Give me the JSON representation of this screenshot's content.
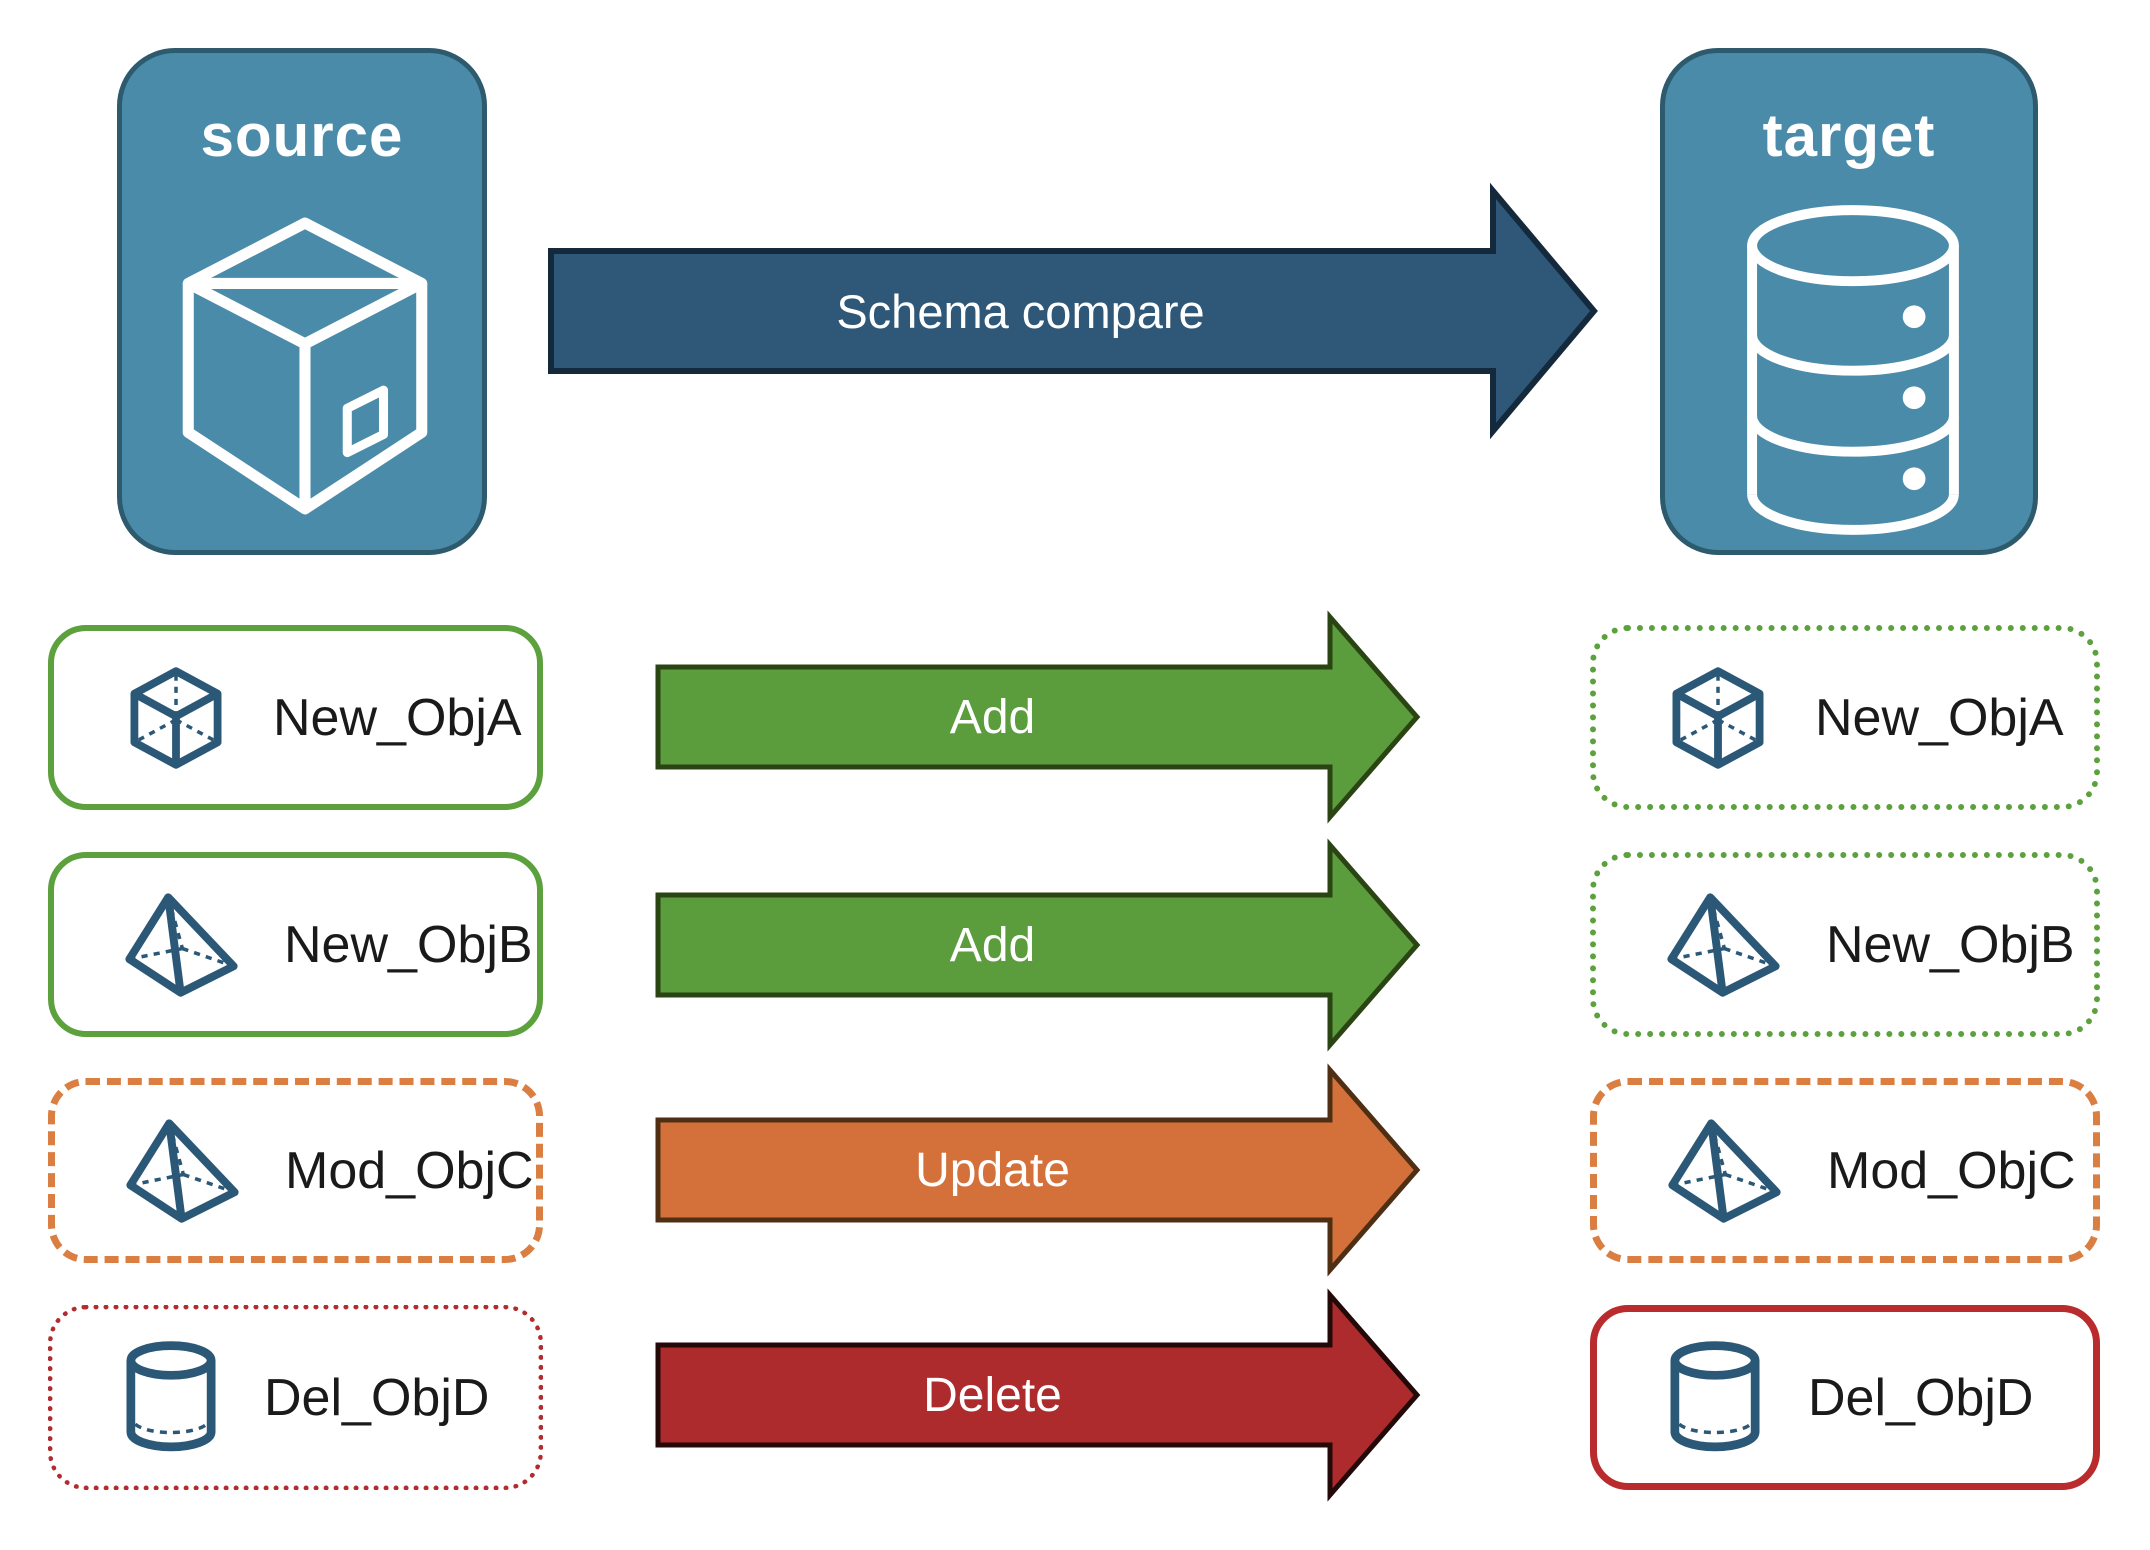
{
  "diagram": {
    "source": {
      "label": "source",
      "icon": "package"
    },
    "target": {
      "label": "target",
      "icon": "database"
    },
    "compare_arrow": {
      "label": "Schema compare"
    },
    "rows": [
      {
        "object": "New_ObjA",
        "icon": "cube",
        "action": "Add",
        "source_style": "solid-green",
        "target_style": "dotted-green"
      },
      {
        "object": "New_ObjB",
        "icon": "pyramid",
        "action": "Add",
        "source_style": "solid-green",
        "target_style": "dotted-green"
      },
      {
        "object": "Mod_ObjC",
        "icon": "pyramid",
        "action": "Update",
        "source_style": "dashed-orange",
        "target_style": "dashed-orange"
      },
      {
        "object": "Del_ObjD",
        "icon": "cylinder",
        "action": "Delete",
        "source_style": "dotted-red",
        "target_style": "solid-red"
      }
    ],
    "colors": {
      "node_fill": "#4A8BA9",
      "node_border": "#2E5A6E",
      "compare_arrow_fill": "#2F5878",
      "add_green": "#5B9C3C",
      "green_border": "#5CA13D",
      "update_orange": "#D4713B",
      "orange_border": "#DA7E42",
      "delete_red": "#AD2B2D",
      "red_border": "#B92B2C",
      "icon_blue": "#2B5877",
      "label_text": "#1A1A1A"
    }
  }
}
